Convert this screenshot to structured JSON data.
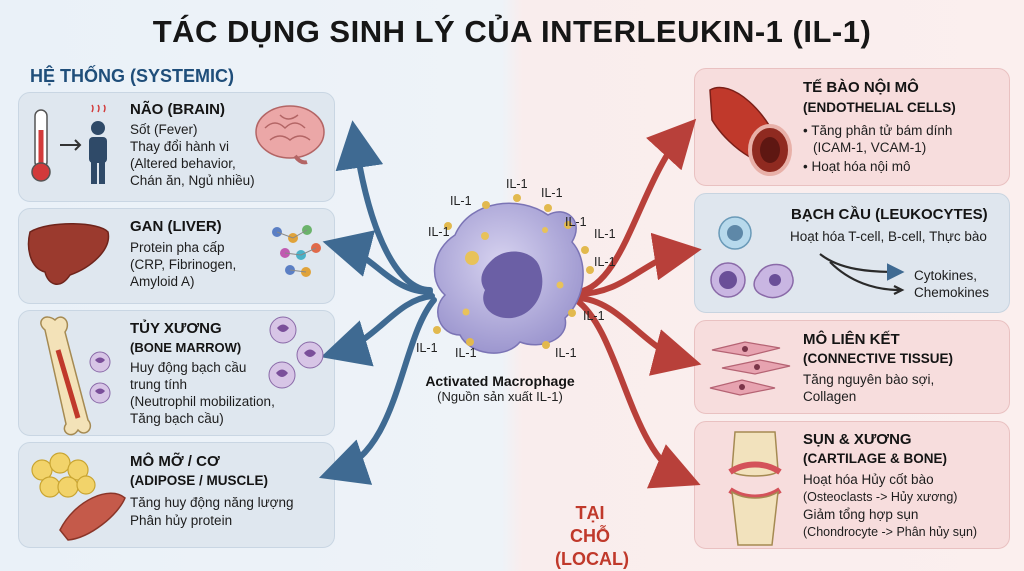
{
  "title": "TÁC DỤNG SINH LÝ CỦA INTERLEUKIN-1 (IL-1)",
  "systemic_label": "HỆ THỐNG (SYSTEMIC)",
  "local_label_1": "TẠI CHỖ",
  "local_label_2": "(LOCAL)",
  "center": {
    "name": "Activated Macrophage",
    "subtitle": "(Nguồn sản xuất IL-1)",
    "cytokine_label": "IL-1"
  },
  "left_panels": [
    {
      "title": "NÃO (BRAIN)",
      "lines": [
        "Sốt (Fever)",
        "Thay đổi hành vi",
        "(Altered behavior,",
        "Chán ăn, Ngủ nhiều)"
      ]
    },
    {
      "title": "GAN (LIVER)",
      "lines": [
        "Protein pha cấp",
        "(CRP, Fibrinogen,",
        "Amyloid A)"
      ]
    },
    {
      "title": "TỦY XƯƠNG",
      "title2": "(BONE MARROW)",
      "lines": [
        "Huy động bạch cầu",
        "trung tính",
        "(Neutrophil mobilization,",
        "Tăng bạch cầu)"
      ]
    },
    {
      "title": "MÔ MỠ / CƠ",
      "title2": "(ADIPOSE / MUSCLE)",
      "lines": [
        "Tăng huy động năng lượng",
        "Phân hủy protein"
      ]
    }
  ],
  "right_panels": [
    {
      "title": "TẾ BÀO NỘI MÔ",
      "title2": "(ENDOTHELIAL CELLS)",
      "bullets": [
        "Tăng phân tử bám dính",
        "Hoạt hóa nội mô"
      ],
      "bullet1_cont": "(ICAM-1, VCAM-1)"
    },
    {
      "title": "BẠCH CẦU (LEUKOCYTES)",
      "lines": [
        "Hoạt hóa T-cell, B-cell, Thực bào"
      ],
      "outputs": [
        "Cytokines,",
        "Chemokines"
      ]
    },
    {
      "title": "MÔ LIÊN KẾT",
      "title2": "(CONNECTIVE TISSUE)",
      "lines": [
        "Tăng nguyên bào sợi,",
        "Collagen"
      ]
    },
    {
      "title": "SỤN & XƯƠNG",
      "title2": "(CARTILAGE & BONE)",
      "lines": [
        "Hoạt hóa Hủy cốt bào",
        "(Osteoclasts -> Hủy xương)",
        "Giảm tổng hợp sụn",
        "(Chondrocyte -> Phân hủy sụn)"
      ]
    }
  ],
  "colors": {
    "systemic": "#3f6a92",
    "local": "#b8403a",
    "macrophage": "#a9a3d6"
  }
}
